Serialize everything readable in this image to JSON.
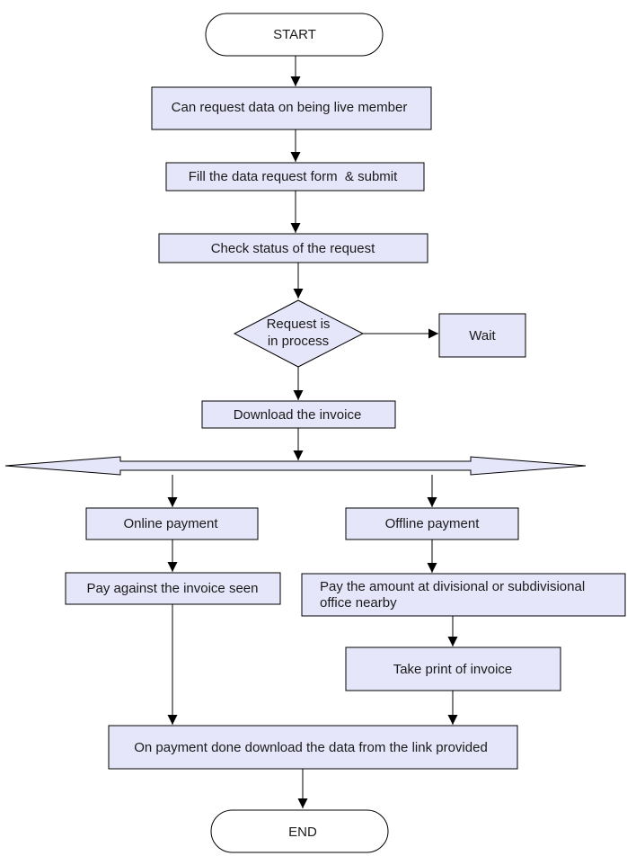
{
  "flowchart": {
    "start": "START",
    "step_member": "Can request data on being live member",
    "step_fill": "Fill the data request form  & submit",
    "step_check": "Check status of the request",
    "decision_line1": "Request is",
    "decision_line2": "in process",
    "wait": "Wait",
    "download_invoice": "Download the invoice",
    "online_payment": "Online payment",
    "offline_payment": "Offline payment",
    "pay_invoice": "Pay against the invoice seen",
    "pay_office_line1": "Pay the amount at divisional or subdivisional",
    "pay_office_line2": "office nearby",
    "take_print": "Take print of invoice",
    "download_data": "On payment done download the data from the link provided",
    "end": "END"
  },
  "colors": {
    "box_fill": "#e6e6fa",
    "stroke": "#000000",
    "terminal_fill": "#ffffff"
  }
}
